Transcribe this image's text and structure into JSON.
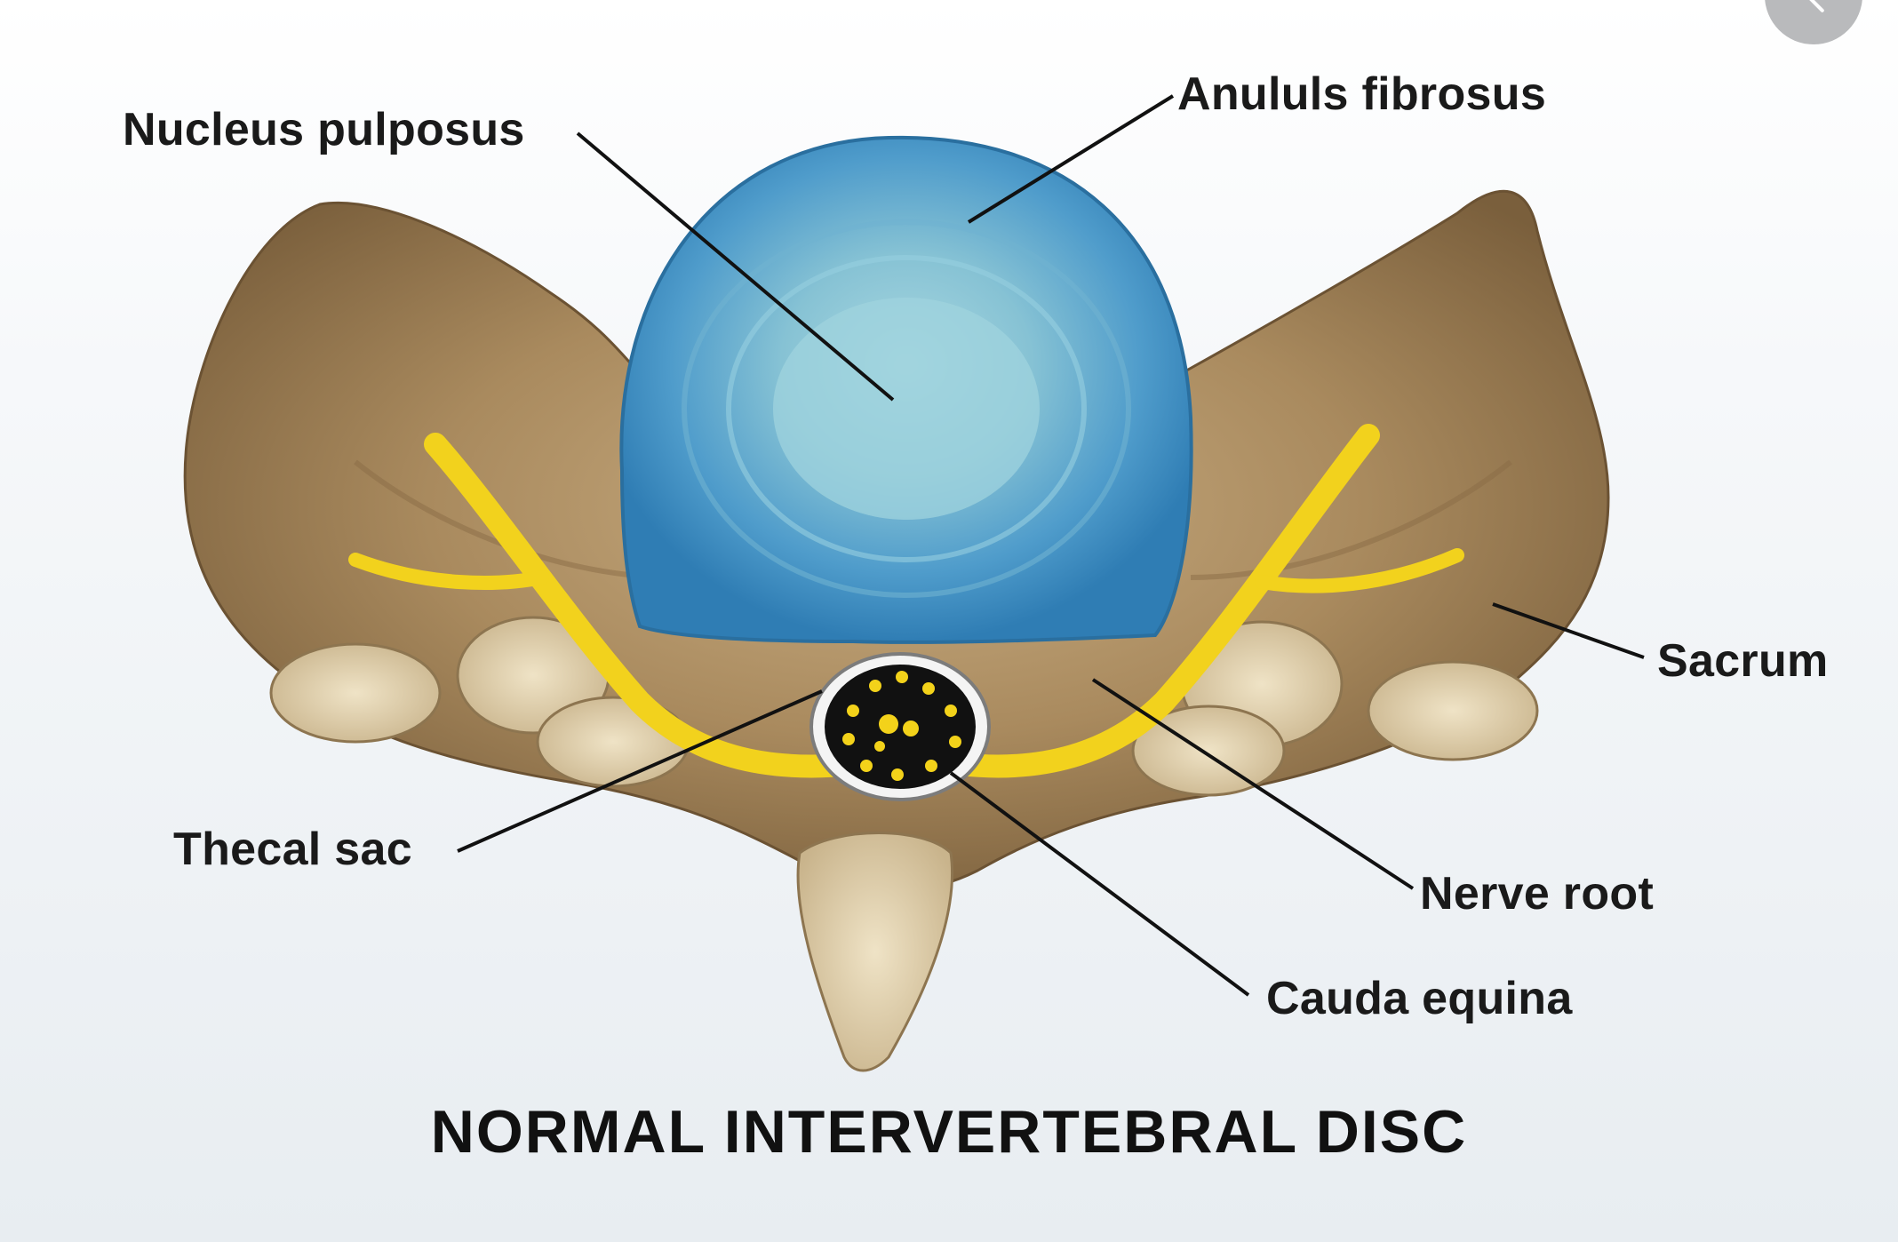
{
  "title": "NORMAL INTERVERTEBRAL DISC",
  "labels": {
    "nucleus_pulposus": "Nucleus pulposus",
    "anulus_fibrosus": "Anululs fibrosus",
    "sacrum": "Sacrum",
    "thecal_sac": "Thecal sac",
    "nerve_root": "Nerve root",
    "cauda_equina": "Cauda equina"
  },
  "colors": {
    "bone": "#a4835a",
    "bone_light": "#d9c7a3",
    "disc_outer": "#3f8fc2",
    "disc_inner": "#8ec6d7",
    "nerve": "#f2d21d",
    "thecal_sac": "#111111",
    "leader_line": "#111111"
  }
}
